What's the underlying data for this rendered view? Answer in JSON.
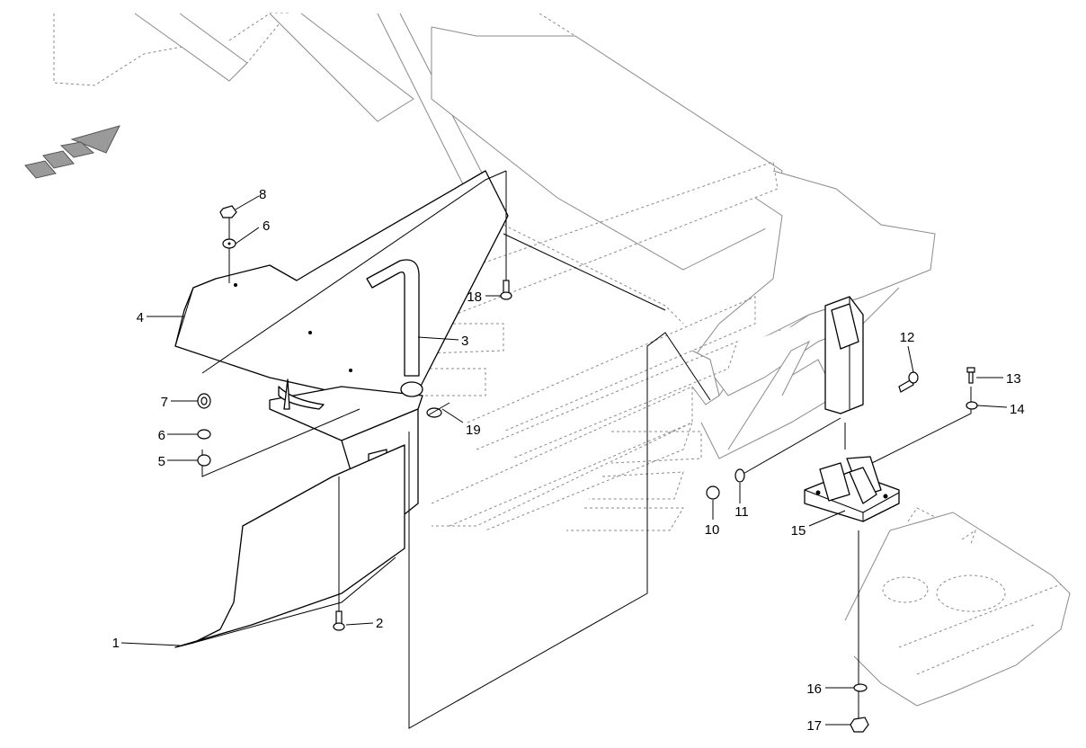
{
  "diagram": {
    "callouts": [
      {
        "id": "1",
        "label": "1"
      },
      {
        "id": "2",
        "label": "2"
      },
      {
        "id": "3",
        "label": "3"
      },
      {
        "id": "4",
        "label": "4"
      },
      {
        "id": "5",
        "label": "5"
      },
      {
        "id": "6a",
        "label": "6"
      },
      {
        "id": "6b",
        "label": "6"
      },
      {
        "id": "7",
        "label": "7"
      },
      {
        "id": "8",
        "label": "8"
      },
      {
        "id": "10",
        "label": "10"
      },
      {
        "id": "11",
        "label": "11"
      },
      {
        "id": "12",
        "label": "12"
      },
      {
        "id": "13",
        "label": "13"
      },
      {
        "id": "14",
        "label": "14"
      },
      {
        "id": "15",
        "label": "15"
      },
      {
        "id": "16",
        "label": "16"
      },
      {
        "id": "17",
        "label": "17"
      },
      {
        "id": "18",
        "label": "18"
      },
      {
        "id": "19",
        "label": "19"
      }
    ],
    "direction_arrow": "direction-arrow-icon"
  }
}
